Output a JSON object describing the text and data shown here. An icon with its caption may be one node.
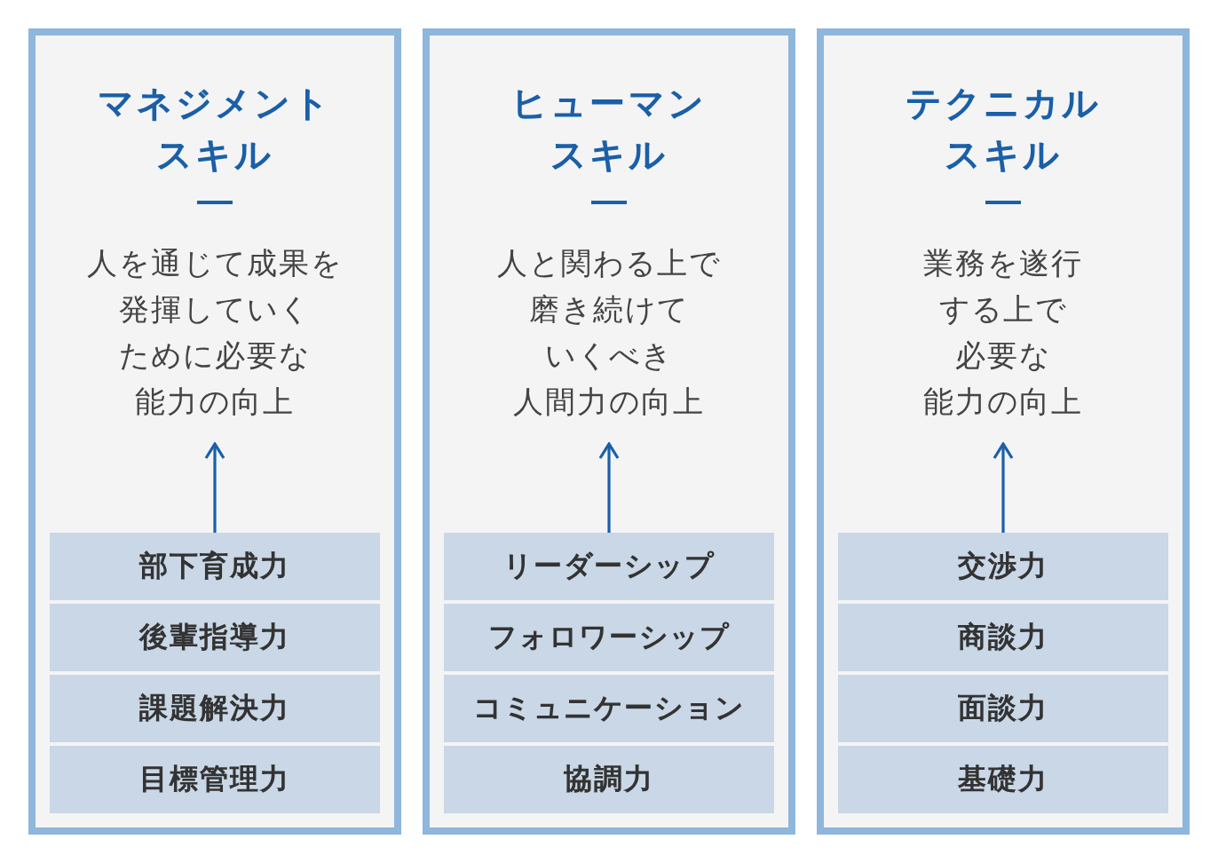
{
  "diagram": {
    "nodes": [
      {
        "text": [
          "マネジメントスキル"
        ]
      },
      {
        "text": [
          "人を通じて成果を発揮していくために必要な能力の向上"
        ],
        "in": 0
      },
      {
        "text": [
          "部下育成力"
        ],
        "in": 0
      },
      {
        "text": [
          "後輩指導力"
        ],
        "in": 0
      },
      {
        "text": [
          "課題解決力"
        ],
        "in": 0
      },
      {
        "text": [
          "目標管理力"
        ],
        "in": 0
      },
      {
        "text": [
          "ヒューマンスキル"
        ]
      },
      {
        "text": [
          "人と関わる上で磨き続けていくべき人間力の向上"
        ],
        "in": 6
      },
      {
        "text": [
          "リーダーシップ"
        ],
        "in": 6
      },
      {
        "text": [
          "フォロワーシップ"
        ],
        "in": 6
      },
      {
        "text": [
          "コミュニケーション"
        ],
        "in": 6
      },
      {
        "text": [
          "協調力"
        ],
        "in": 6
      },
      {
        "text": [
          "テクニカルスキル"
        ]
      },
      {
        "text": [
          "業務を遂行する上で必要な能力の向上"
        ],
        "in": 12
      },
      {
        "text": [
          "交渉力"
        ],
        "in": 12
      },
      {
        "text": [
          "商談力"
        ],
        "in": 12
      },
      {
        "text": [
          "面談力"
        ],
        "in": 12
      },
      {
        "text": [
          "基礎力"
        ],
        "in": 12
      }
    ],
    "edges": [
      {
        "from": 2,
        "to": 1,
        "arrow": "to"
      },
      {
        "from": 8,
        "to": 7,
        "arrow": "to"
      },
      {
        "from": 14,
        "to": 13,
        "arrow": "to"
      }
    ]
  }
}
